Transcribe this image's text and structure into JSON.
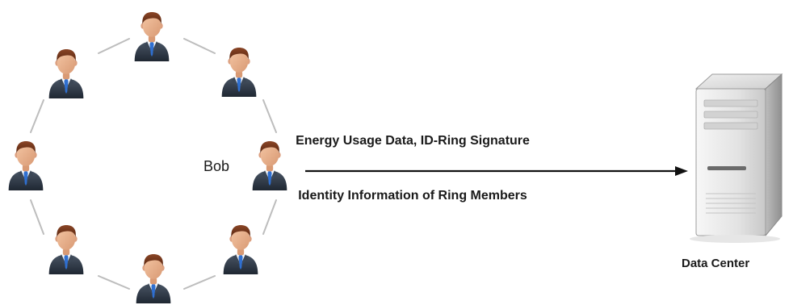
{
  "ring": {
    "member_label": "Bob",
    "member_count": 8
  },
  "arrow": {
    "top_label": "Energy Usage Data, ID-Ring Signature",
    "bottom_label": "Identity Information of Ring Members"
  },
  "server": {
    "label": "Data Center",
    "icon": "server-tower-icon"
  },
  "colors": {
    "suit": "#2f3a48",
    "tie": "#2f6fd0",
    "skin": "#e8b08c",
    "hair": "#7a3a1e",
    "ring_line": "#bfbfbf",
    "arrow": "#111111",
    "server_body": "#dcdcdc"
  }
}
